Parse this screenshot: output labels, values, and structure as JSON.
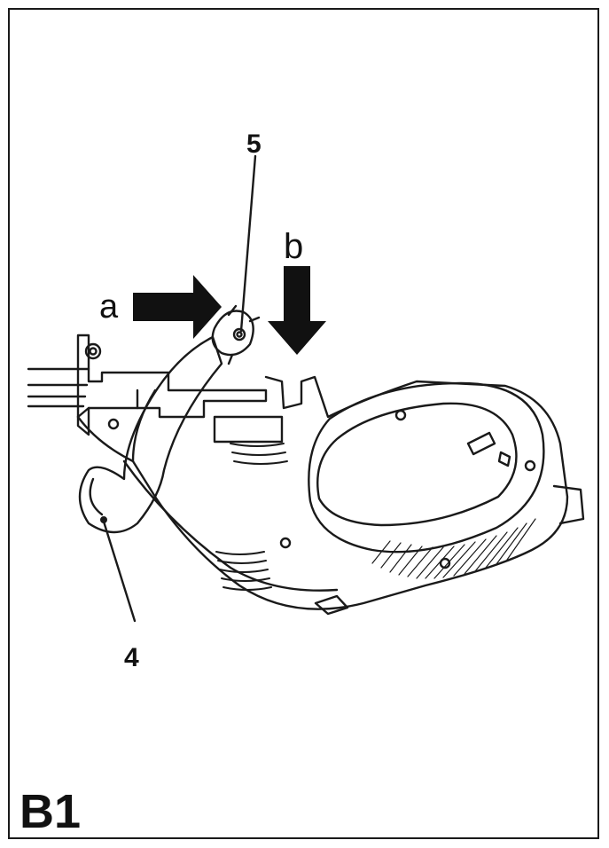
{
  "figure": {
    "id": "B1",
    "callouts": {
      "part_5": "5",
      "part_4": "4"
    },
    "arrows": {
      "a": "a",
      "b": "b"
    }
  }
}
